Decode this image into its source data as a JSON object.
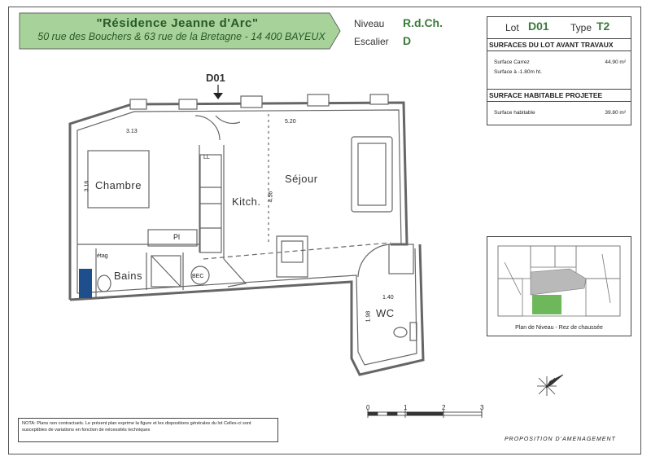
{
  "header": {
    "residence": "\"Résidence Jeanne d'Arc\"",
    "address": "50 rue des Bouchers & 63 rue de la Bretagne - 14 400 BAYEUX",
    "niveau_label": "Niveau",
    "niveau_value": "R.d.Ch.",
    "escalier_label": "Escalier",
    "escalier_value": "D"
  },
  "lot": {
    "lot_label": "Lot",
    "lot_value": "D01",
    "type_label": "Type",
    "type_value": "T2",
    "surfaces_header": "SURFACES DU LOT AVANT TRAVAUX",
    "carrez_label": "Surface Carrez",
    "carrez_value": "44.90 m²",
    "low_label": "Surface à -1.80m ht.",
    "habitable_header": "SURFACE HABITABLE PROJETEE",
    "habitable_label": "Surface habitable",
    "habitable_value": "39.80 m²"
  },
  "plan": {
    "unit": "D01",
    "rooms": {
      "chambre": "Chambre",
      "sejour": "Séjour",
      "kitch": "Kitch.",
      "bains": "Bains",
      "wc": "WC",
      "etag": "étag",
      "pl": "Pl",
      "bec": "BEC",
      "lv": "LL",
      "dim_313": "3.13",
      "dim_520": "5.20",
      "dim_316": "3.16",
      "dim_456": "4.56",
      "dim_140": "1.40",
      "dim_198": "1.98"
    }
  },
  "key_plan": {
    "caption": "Plan de Niveau - Rez de chaussée"
  },
  "scale": {
    "ticks": [
      "0",
      "1",
      "2",
      "3"
    ]
  },
  "note": "NOTA: Plans non contractuels. Le présent plan exprime la figure et les dispositions générales du lot Celles-ci sont susceptibles de variations en fonction de nécessités techniques",
  "footer": "PROPOSITION D'AMENAGEMENT",
  "colors": {
    "green_banner": "#a7d39a",
    "title_green": "#2a5a2a",
    "wall": "#666",
    "blue_accent": "#1f4e8c"
  }
}
